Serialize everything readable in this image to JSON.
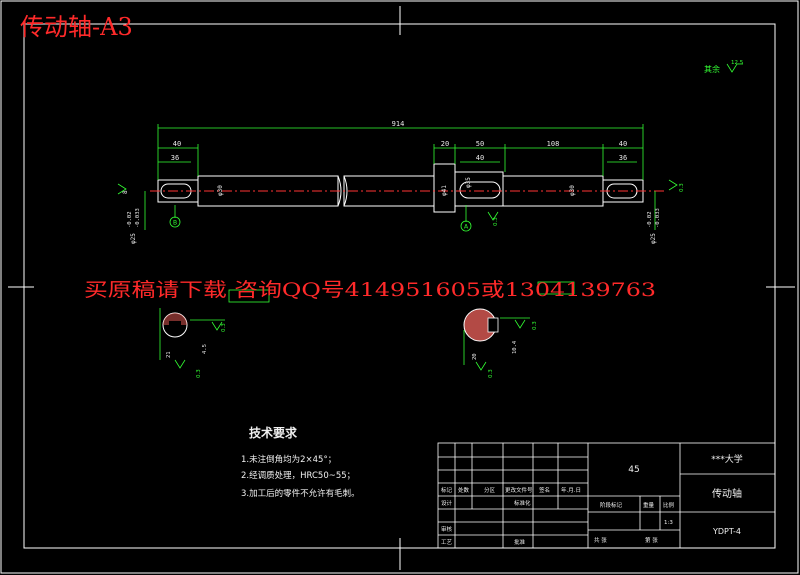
{
  "header": {
    "title": "传动轴-A3"
  },
  "watermark": {
    "text": "买原稿请下载 咨询QQ号414951605或1304139763"
  },
  "surface_finish": {
    "label": "其余",
    "value": "12.5"
  },
  "dimensions": {
    "overall_length": "914",
    "left_end_length": "40",
    "left_keyway_length": "36",
    "shoulder_width": "20",
    "middle_length": "50",
    "middle_keyway_length": "40",
    "right_mid_length": "108",
    "right_end_length": "40",
    "right_keyway_length": "36",
    "left_diameter": "φ30",
    "center_diameter": "φ41",
    "center_key_dia": "φ35",
    "right_diameter": "φ30",
    "left_tolerance_upper": "-0.02",
    "left_tolerance_lower": "-0.033",
    "left_fit": "φ25",
    "right_tolerance_upper": "-0.02",
    "right_tolerance_lower": "-0.033",
    "right_fit": "φ25",
    "left_key_width": "8",
    "datum_a": "A",
    "datum_b": "B",
    "geometric_tol": "0.3"
  },
  "sections": {
    "left": {
      "width": "21",
      "depth": "4.5",
      "tol": "0.3"
    },
    "right": {
      "width": "20",
      "depth": "10.4",
      "tol": "0.3"
    }
  },
  "tech_requirements": {
    "title": "技术要求",
    "items": [
      "1.未注倒角均为2×45°；",
      "2.经调质处理，HRC50~55；",
      "3.加工后的零件不允许有毛刺。"
    ]
  },
  "title_block": {
    "material": "45",
    "school": "***大学",
    "part_name": "传动轴",
    "drawing_no": "YDPT-4",
    "scale": "1:3",
    "labels": {
      "mark": "标记",
      "count": "处数",
      "zone": "分区",
      "change_doc": "更改文件号",
      "signature": "签名",
      "date": "年.月.日",
      "designer": "设计",
      "standardize": "标准化",
      "stage_mark": "阶段标记",
      "weight": "重量",
      "ratio": "比例",
      "review": "审核",
      "process": "工艺",
      "approve": "批准",
      "sheets_total": "共 张",
      "sheet_no": "第 张"
    }
  }
}
